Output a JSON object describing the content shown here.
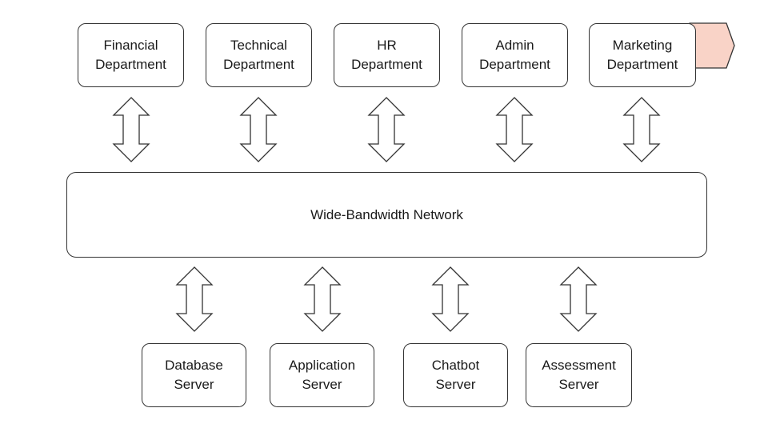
{
  "departments": [
    {
      "label": "Financial\nDepartment"
    },
    {
      "label": "Technical\nDepartment"
    },
    {
      "label": "HR\nDepartment"
    },
    {
      "label": "Admin\nDepartment"
    },
    {
      "label": "Marketing\nDepartment"
    }
  ],
  "network": {
    "label": "Wide-Bandwidth Network"
  },
  "servers": [
    {
      "label": "Database\nServer"
    },
    {
      "label": "Application\nServer"
    },
    {
      "label": "Chatbot\nServer"
    },
    {
      "label": "Assessment\nServer"
    }
  ],
  "colors": {
    "stroke": "#333333",
    "accent_tab_fill": "#f9d3c7"
  }
}
